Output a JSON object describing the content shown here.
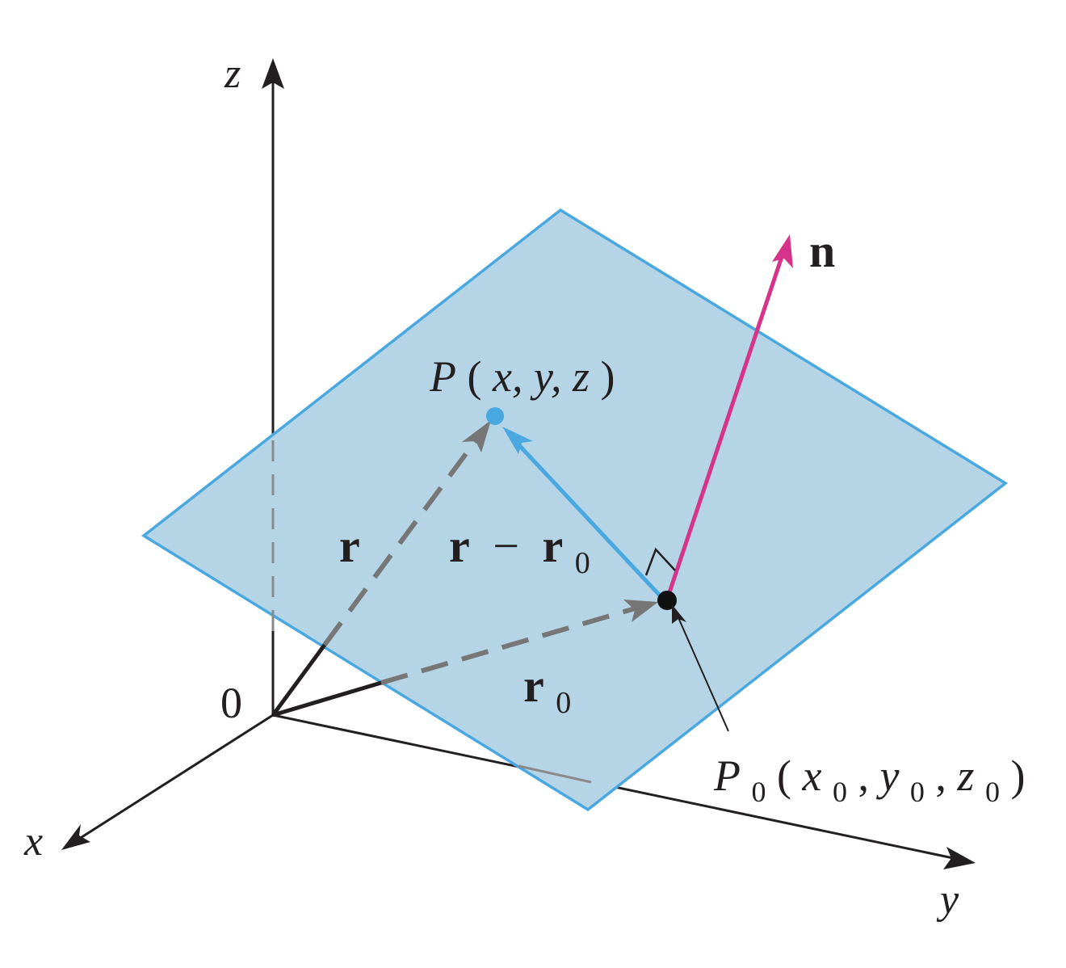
{
  "axes": {
    "x": "x",
    "y": "y",
    "z": "z",
    "origin": "0"
  },
  "normal_vector": {
    "label": "n"
  },
  "point_P": {
    "name": "P",
    "coords_open": "(",
    "coords": "x, y, z",
    "coords_close": ")"
  },
  "point_P0": {
    "name": "P",
    "subscript": "0",
    "open": "(",
    "x": "x",
    "y": "y",
    "z": "z",
    "sub": "0",
    "sep": ", ",
    "close": ")"
  },
  "vectors": {
    "r": "r",
    "r_minus_r0": {
      "r": "r",
      "minus": "−",
      "r0": "r",
      "sub": "0"
    },
    "r0": {
      "r": "r",
      "sub": "0"
    }
  },
  "colors": {
    "plane_fill": "#b5d4e5",
    "plane_edge": "#4aa8e0",
    "normal": "#d6338a",
    "dashed": "#767676",
    "axis": "#231f20",
    "point_P": "#4aa8e0"
  }
}
